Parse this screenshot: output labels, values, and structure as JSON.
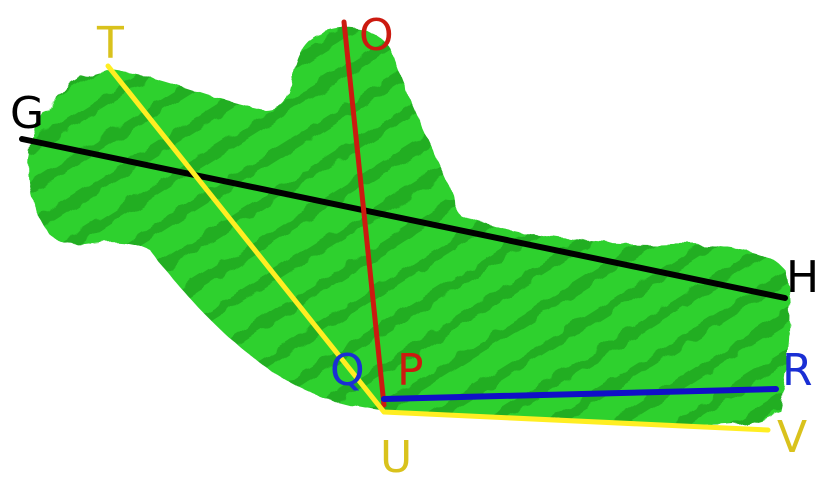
{
  "labels": {
    "G": "G",
    "H": "H",
    "T": "T",
    "O": "O",
    "Q": "Q",
    "P": "P",
    "R": "R",
    "U": "U",
    "V": "V"
  },
  "lines": [
    {
      "name": "line-GH",
      "from": "G",
      "to": "H",
      "color": "#000000"
    },
    {
      "name": "line-OP",
      "from": "O",
      "to": "P",
      "color": "#cc1a10"
    },
    {
      "name": "line-TU",
      "from": "T",
      "to": "U",
      "color": "#ffee22"
    },
    {
      "name": "line-UV",
      "from": "U",
      "to": "V",
      "color": "#ffee22"
    },
    {
      "name": "line-QR",
      "from": "Q",
      "to": "R",
      "color": "#1010c8"
    }
  ],
  "colors": {
    "protein_surface": "#2ed12e",
    "protein_shadow": "#1f9a1f",
    "black_label": "#000000",
    "red_label": "#cc1a10",
    "yellow_label": "#d9c21c",
    "blue_label": "#1a2fd4"
  }
}
